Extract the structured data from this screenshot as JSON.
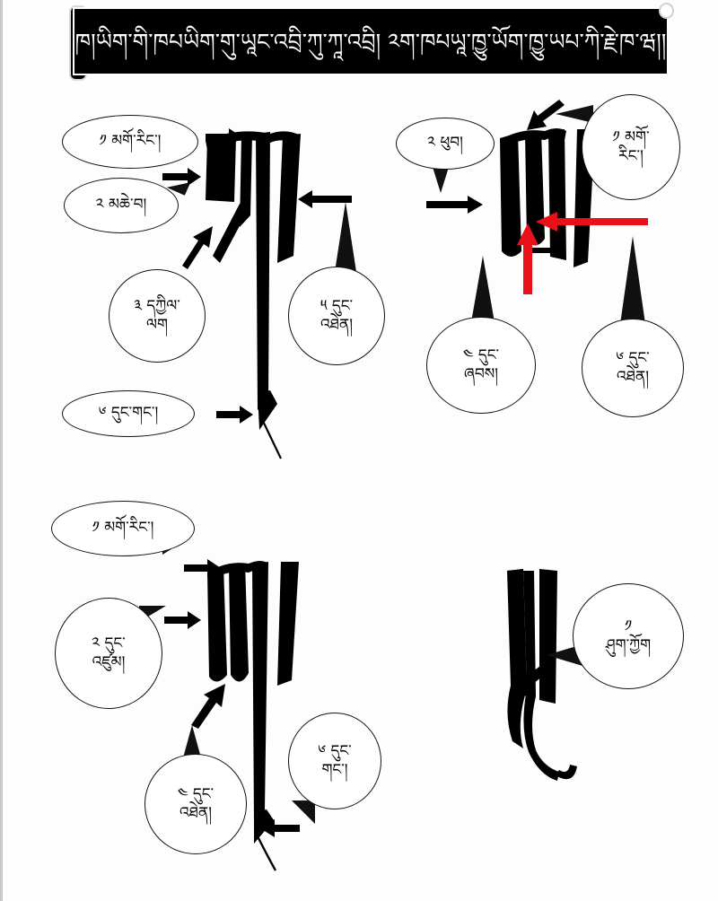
{
  "document": {
    "title_banner": "ཁ།ཡིག་གི་ཁཔཡིག་གུ་ཡཱང་འབྲི་ཀུ་ཀཱ་འབྲི།  ༢ག་ཁཔཡཱ་ཁྱུ་ཡོག་ཁྱུ་ཡཔ་ཀི་རྗེ་ཁ་ཝ།།",
    "language": "Tibetan",
    "subject": "calligraphy-stroke-order-diagram"
  },
  "panels": [
    {
      "id": "panel-top-left",
      "glyph_name": "tibetan-letter-stroke-group-1",
      "callouts": [
        {
          "id": "tl-1",
          "number": "༡",
          "label": "མགོ་རིང་།",
          "lines": [
            "༡   མགོ་རིང་།"
          ],
          "shape": "oval",
          "arrow": "black-right"
        },
        {
          "id": "tl-2",
          "number": "༢",
          "label": "མཆེ་བ།",
          "lines": [
            "༢ མཆེ་བ།"
          ],
          "shape": "oval",
          "arrow": "black-right"
        },
        {
          "id": "tl-3",
          "number": "༣",
          "label": "དཀྱིལ་ལག",
          "lines": [
            "༣ དཀྱིལ་",
            "ལག"
          ],
          "shape": "round",
          "arrow": "black-up-right"
        },
        {
          "id": "tl-5",
          "number": "༥",
          "label": "དུང་འཐེན།",
          "lines": [
            "༥ དུང་",
            "འཐེན།"
          ],
          "shape": "oval",
          "arrow": "black-left"
        },
        {
          "id": "tl-6",
          "number": "༦",
          "label": "དུང་གང་།",
          "lines": [
            "༦ དུང་གང་།"
          ],
          "shape": "oval",
          "arrow": "black-right"
        }
      ]
    },
    {
      "id": "panel-top-right",
      "glyph_name": "tibetan-letter-stroke-group-2",
      "callouts": [
        {
          "id": "tr-2",
          "number": "༢",
          "label": "ཕུབ།",
          "lines": [
            "༢ ཕུབ།"
          ],
          "shape": "oval",
          "arrow": "black-right"
        },
        {
          "id": "tr-1",
          "number": "༡",
          "label": "མགོ་རིང་།",
          "lines": [
            "༡ མགོ་",
            "རིང་།"
          ],
          "shape": "oval",
          "arrow": "black-down-left"
        },
        {
          "id": "tr-4",
          "number": "༤",
          "label": "དུང་ཞབས།",
          "lines": [
            "༤ དུང་",
            "ཞབས།"
          ],
          "shape": "oval",
          "arrow": "red-up"
        },
        {
          "id": "tr-6",
          "number": "༦",
          "label": "དུང་འཐེན།",
          "lines": [
            "༦ དུང་",
            "འཐེན།"
          ],
          "shape": "oval",
          "arrow": "red-left"
        }
      ]
    },
    {
      "id": "panel-bottom-left",
      "glyph_name": "tibetan-letter-stroke-group-3",
      "callouts": [
        {
          "id": "bl-1",
          "number": "༡",
          "label": "མགོ་རིང་།",
          "lines": [
            "༡ མགོ་རིང་།"
          ],
          "shape": "oval",
          "arrow": "black-right"
        },
        {
          "id": "bl-2",
          "number": "༢",
          "label": "དུང་འཛུམ།",
          "lines": [
            "༢ དུང་",
            "འཛུམ།"
          ],
          "shape": "oval",
          "arrow": "black-right"
        },
        {
          "id": "bl-4",
          "number": "༤",
          "label": "དུང་འཐེན།",
          "lines": [
            "༤ དུང་",
            "འཐེན།"
          ],
          "shape": "oval",
          "arrow": "black-up-right"
        },
        {
          "id": "bl-6",
          "number": "༦",
          "label": "དུང་གང་།",
          "lines": [
            "༦ དུང་",
            "གང་།"
          ],
          "shape": "oval",
          "arrow": "black-left"
        }
      ]
    },
    {
      "id": "panel-bottom-right",
      "glyph_name": "tibetan-letter-stroke-group-4",
      "callouts": [
        {
          "id": "br-1",
          "number": "༡",
          "label": "ཤུག་ཀྱོག",
          "lines": [
            "༡",
            "ཤུག་ཀྱོག"
          ],
          "shape": "round",
          "arrow": "black-down-left"
        }
      ]
    }
  ],
  "colors": {
    "ink": "#000000",
    "paper": "#fdfdfd",
    "accent_arrow": "#e8111a",
    "banner_bg": "#000000",
    "banner_text": "#ffffff",
    "page_edge": "#c9c9c9"
  }
}
